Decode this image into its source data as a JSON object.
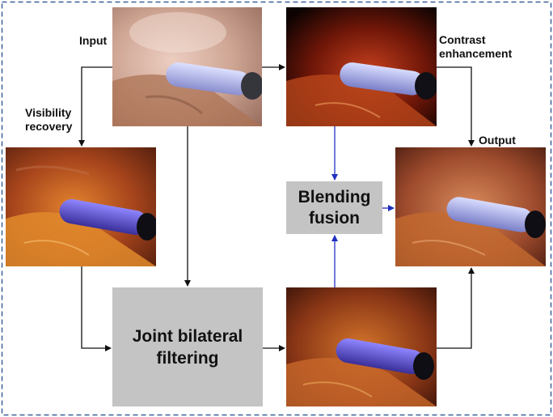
{
  "labels": {
    "input": "Input",
    "contrast_line1": "Contrast",
    "contrast_line2": "enhancement",
    "visibility_line1": "Visibility",
    "visibility_line2": "recovery",
    "output": "Output"
  },
  "boxes": {
    "blending_line1": "Blending",
    "blending_line2": "fusion",
    "joint_line1": "Joint bilateral",
    "joint_line2": "filtering"
  },
  "colors": {
    "frame_border": "#3a5f9a",
    "box_fill": "#c4c4c4",
    "arrow_black": "#111111",
    "arrow_blue": "#1f2fbf"
  },
  "images": {
    "input": "endoscopic-surgery-frame-hazy",
    "contrast": "endoscopic-surgery-frame-dark",
    "visibility": "endoscopic-surgery-frame-recovered",
    "output": "endoscopic-surgery-frame-fused",
    "filtered": "endoscopic-surgery-frame-filtered"
  }
}
